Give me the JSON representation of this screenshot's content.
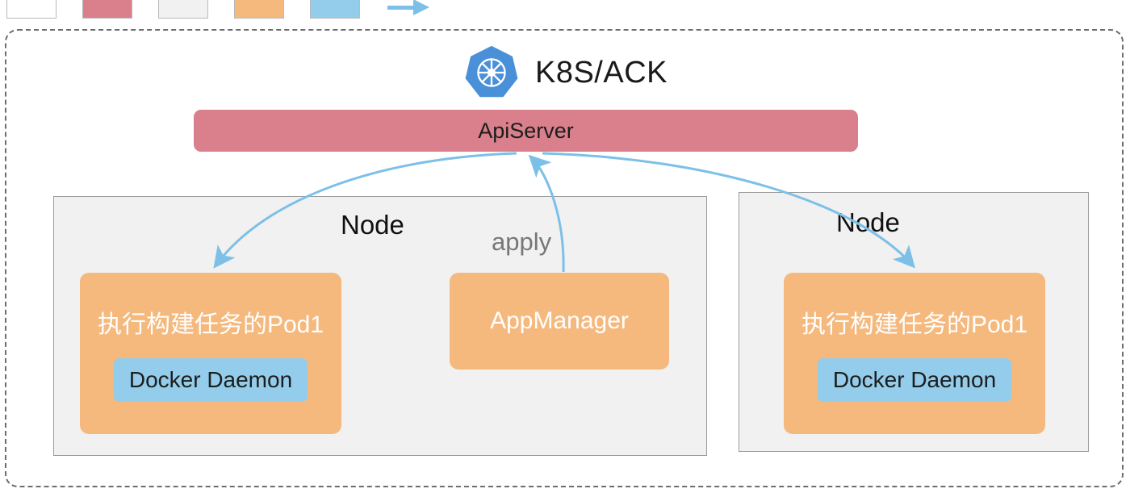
{
  "legend": {
    "items": [
      {
        "icon": "white-rectangle-swatch",
        "color": "#ffffff",
        "label": ""
      },
      {
        "icon": "rose-rectangle-swatch",
        "color": "#d9808c",
        "label": ""
      },
      {
        "icon": "lightgray-rectangle-swatch",
        "color": "#f1f1f1",
        "label": ""
      },
      {
        "icon": "orange-rectangle-swatch",
        "color": "#f5b97d",
        "label": ""
      },
      {
        "icon": "blue-rectangle-swatch",
        "color": "#93cdeb",
        "label": ""
      },
      {
        "icon": "blue-arrow-icon",
        "color": "#7cc0e8",
        "label": ""
      }
    ]
  },
  "cluster": {
    "title": "K8S/ACK",
    "logo_icon": "kubernetes-helm-logo",
    "apiserver": {
      "label": "ApiServer"
    },
    "nodes": [
      {
        "label": "Node",
        "pod": {
          "title": "执行构建任务的Pod1",
          "chip": "Docker Daemon"
        }
      },
      {
        "label": "Node",
        "pod": {
          "title": "执行构建任务的Pod1",
          "chip": "Docker Daemon"
        }
      }
    ],
    "appmanager": {
      "label": "AppManager"
    },
    "edges": [
      {
        "label": "apply",
        "from": "appmanager",
        "to": "apiserver"
      },
      {
        "label": "",
        "from": "apiserver",
        "to": "pod-left"
      },
      {
        "label": "",
        "from": "apiserver",
        "to": "pod-right"
      }
    ]
  },
  "colors": {
    "apiserver": "#d9808c",
    "pod": "#f5b97d",
    "docker_chip": "#93cdeb",
    "node_box": "#f1f1f1",
    "arrow": "#7cc0e8",
    "boundary": "#6d6d6d"
  }
}
